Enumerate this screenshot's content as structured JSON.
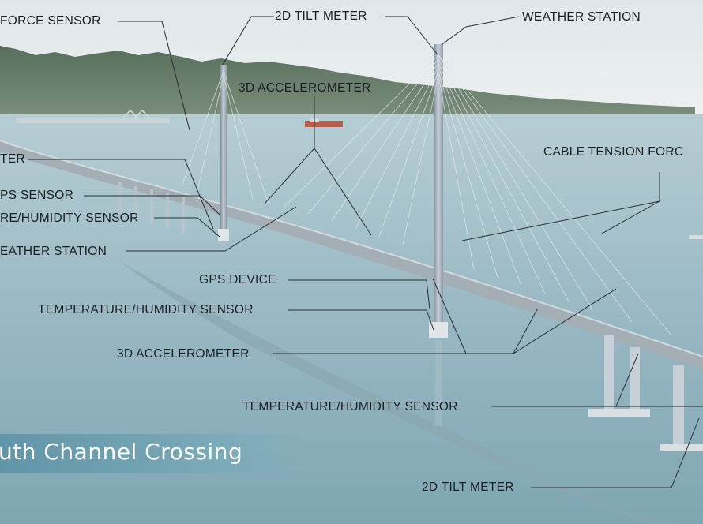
{
  "caption": "uth Channel Crossing",
  "labels": {
    "force_sensor": "FORCE SENSOR",
    "tilt_meter_top": "2D TILT METER",
    "weather_station_top": "WEATHER STATION",
    "accelerometer_top": "3D ACCELEROMETER",
    "cable_tension": "CABLE TENSION FORC",
    "meter_left": "TER",
    "gps_sensor_left": "PS SENSOR",
    "temp_humidity_left": "RE/HUMIDITY SENSOR",
    "weather_station_left": "EATHER STATION",
    "gps_device": "GPS DEVICE",
    "temp_humidity_mid": "TEMPERATURE/HUMIDITY SENSOR",
    "accelerometer_bottom": "3D ACCELEROMETER",
    "temp_humidity_right": "TEMPERATURE/HUMIDITY SENSOR",
    "tilt_meter_bottom": "2D TILT METER"
  },
  "colors": {
    "sky": "#e9eef0",
    "sea": "#8fb3bf",
    "hills": "#5d7462",
    "deck": "#9aa4ab",
    "leader": "#2a2e31"
  }
}
